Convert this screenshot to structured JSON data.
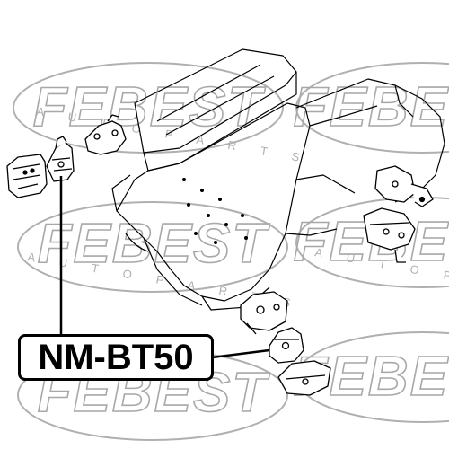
{
  "watermark": {
    "brand": "FEBEST",
    "tagline": "A U T O   P A R T S"
  },
  "part_label": {
    "number": "NM-BT50"
  },
  "colors": {
    "ink": "#000000",
    "watermark": "#b0b0b0"
  }
}
